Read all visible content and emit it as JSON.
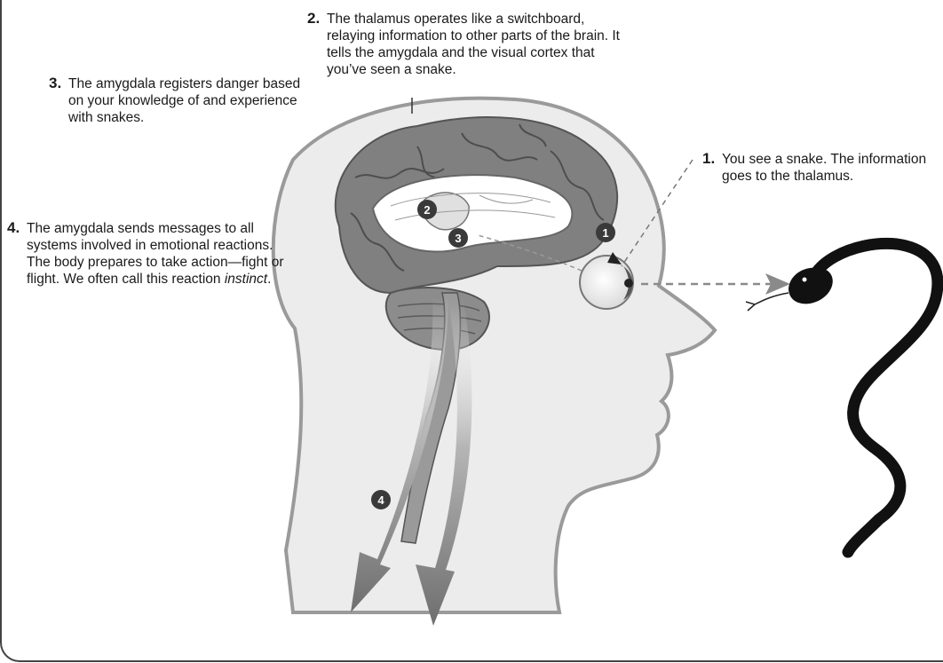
{
  "steps": [
    {
      "number": "1.",
      "text": "You see a snake. The information goes to the thalamus."
    },
    {
      "number": "2.",
      "text": "The thalamus operates like a switchboard, relaying information to other parts of the brain. It tells the amygdala and the visual cortex that you’ve seen a snake."
    },
    {
      "number": "3.",
      "text": "The amygdala registers danger based on your knowledge of and experience with snakes."
    },
    {
      "number": "4.",
      "text_before": "The amygdala sends messages to all systems involved in emotional reactions. The body prepares to take action—fight or flight. We often call this reaction ",
      "text_emphasis": "instinct",
      "text_after": "."
    }
  ],
  "badges": [
    "1",
    "2",
    "3",
    "4"
  ],
  "colors": {
    "head_fill": "#ededed",
    "head_outline": "#9a9a9a",
    "brain": "#7d7d7d",
    "badge": "#3a3a3a",
    "snake": "#111111",
    "arrow": "#8a8a8a"
  }
}
